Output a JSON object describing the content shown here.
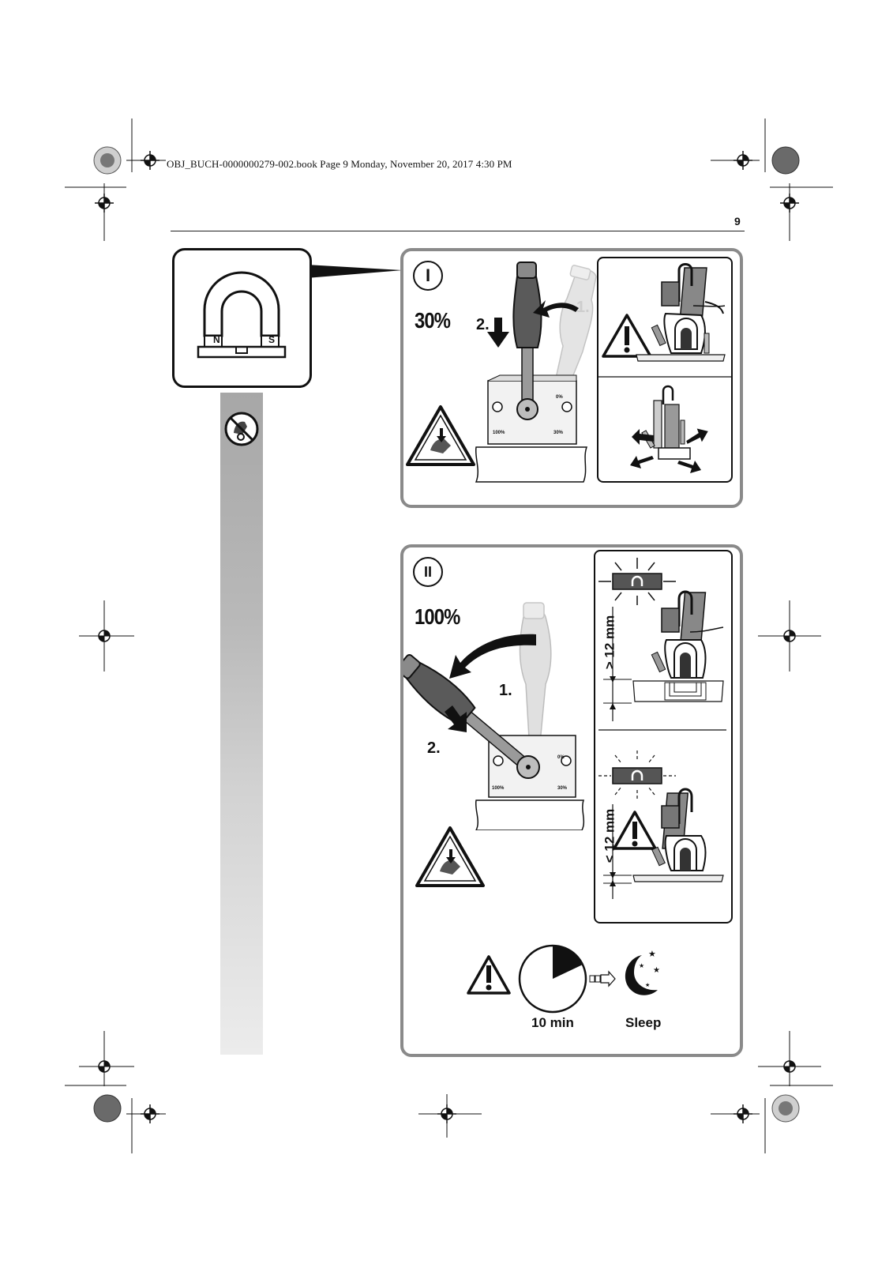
{
  "header": {
    "book_info": "OBJ_BUCH-0000000279-002.book  Page 9  Monday, November 20, 2017  4:30 PM",
    "page_number": "9"
  },
  "magnet_icon": {
    "north": "N",
    "south": "S"
  },
  "panel_one": {
    "numeral": "I",
    "percent": "30%",
    "step1": "1.",
    "step2": "2.",
    "indicator_low": "0%",
    "indicator_full": "100%",
    "indicator_partial": "30%"
  },
  "panel_two": {
    "numeral": "II",
    "percent": "100%",
    "step1": "1.",
    "step2": "2.",
    "distance_more": "> 12 mm",
    "distance_less": "< 12 mm",
    "timer_label": "10 min",
    "sleep_label": "Sleep"
  },
  "colors": {
    "panel_border": "#8a8a8a",
    "handle_dark": "#5a5a5a",
    "handle_ghost": "#dcdcdc",
    "sidebar_top": "#a7a7a7",
    "display_dark": "#555555"
  }
}
